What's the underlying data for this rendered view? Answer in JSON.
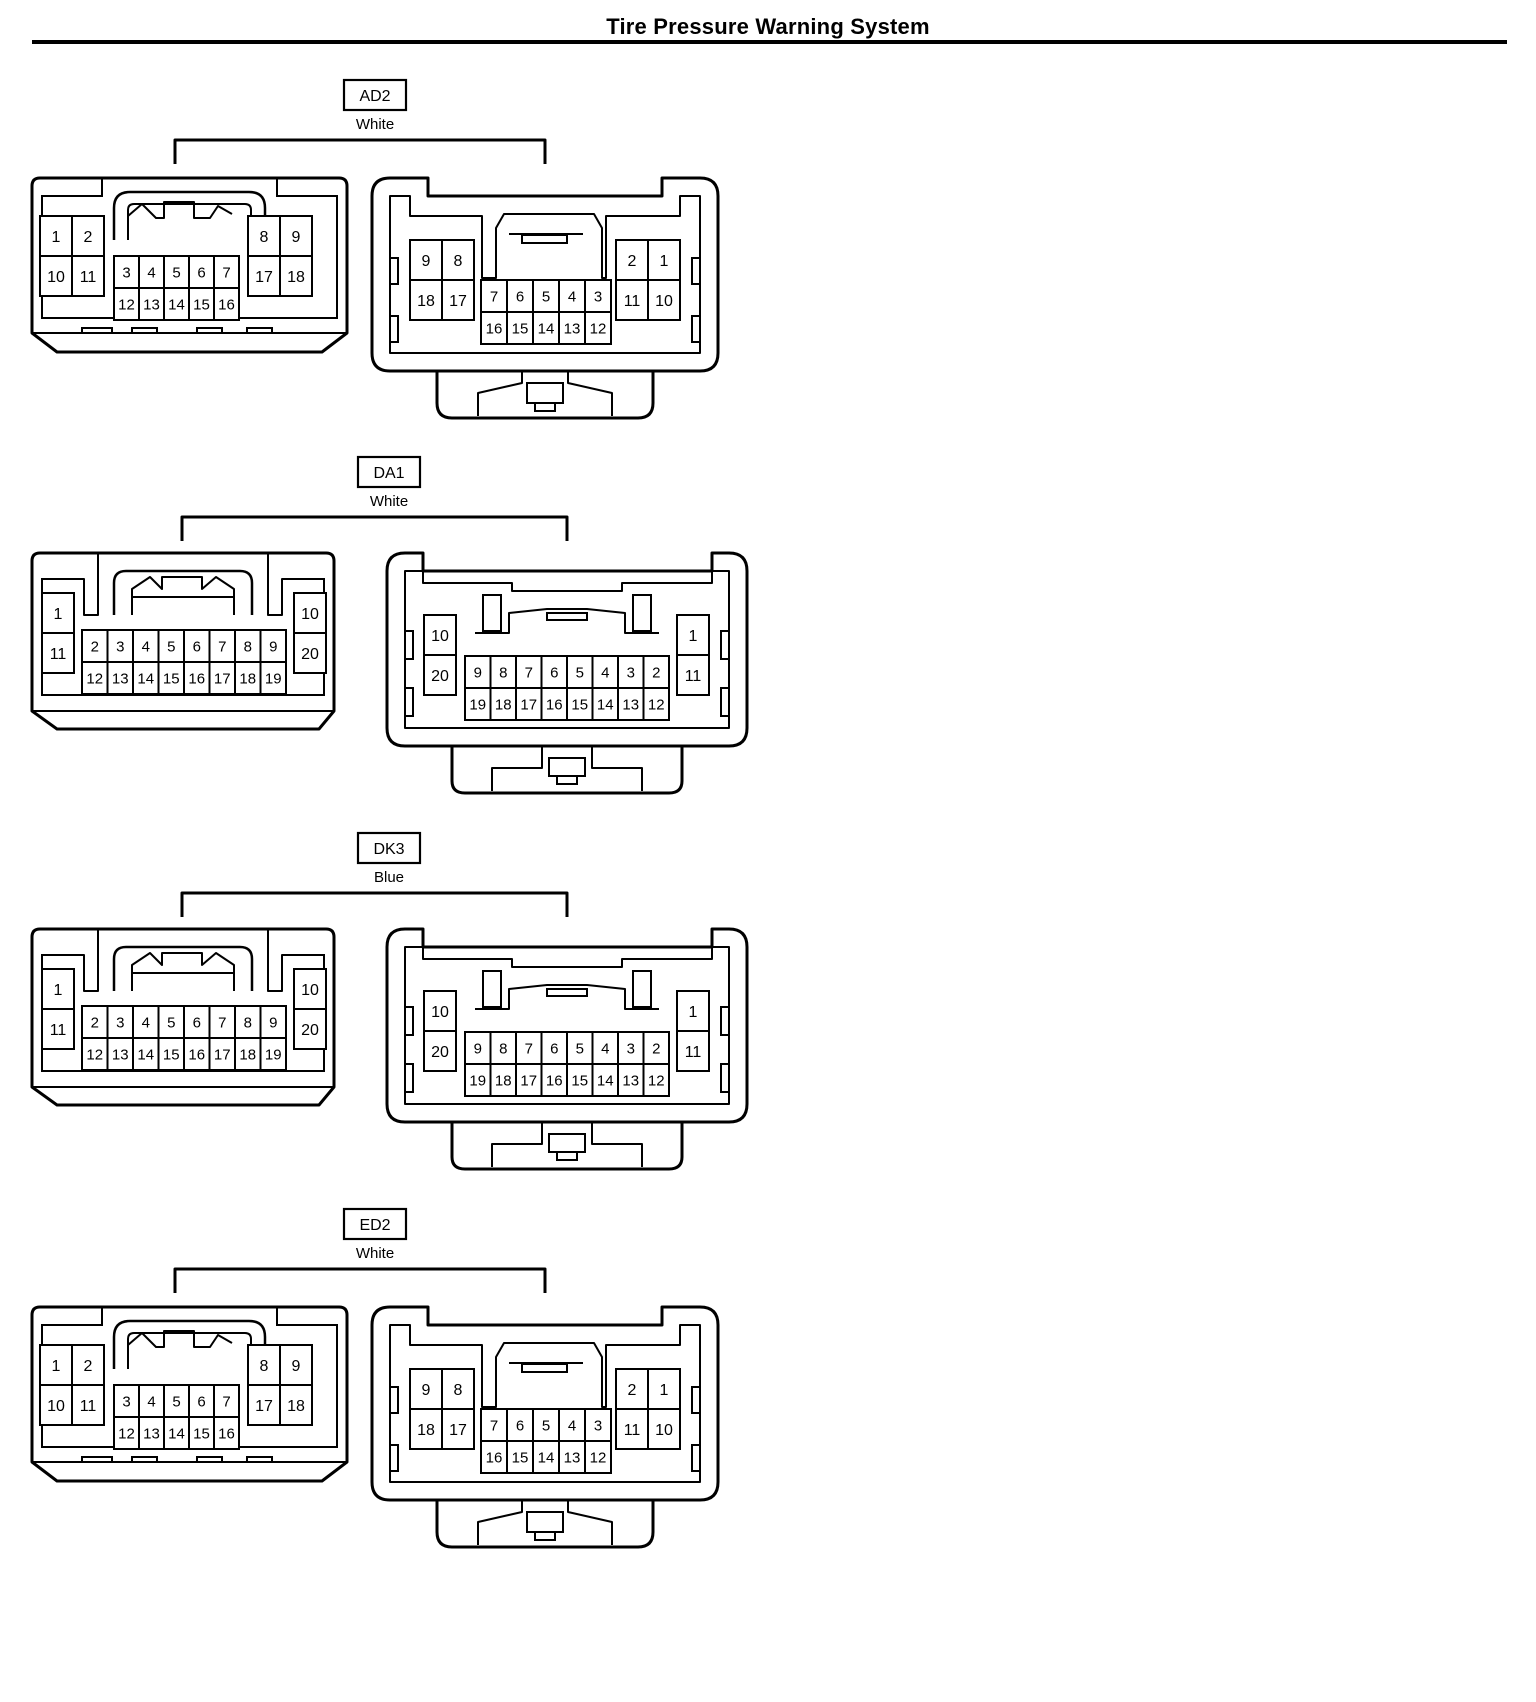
{
  "page_title": "Tire Pressure Warning System",
  "connectors": [
    {
      "code": "AD2",
      "color": "White",
      "type": "18pin",
      "male": {
        "left": [
          [
            "1",
            "2"
          ],
          [
            "10",
            "11"
          ]
        ],
        "center": [
          [
            "3",
            "4",
            "5",
            "6",
            "7"
          ],
          [
            "12",
            "13",
            "14",
            "15",
            "16"
          ]
        ],
        "right": [
          [
            "8",
            "9"
          ],
          [
            "17",
            "18"
          ]
        ]
      },
      "female": {
        "left": [
          [
            "9",
            "8"
          ],
          [
            "18",
            "17"
          ]
        ],
        "center": [
          [
            "7",
            "6",
            "5",
            "4",
            "3"
          ],
          [
            "16",
            "15",
            "14",
            "13",
            "12"
          ]
        ],
        "right": [
          [
            "2",
            "1"
          ],
          [
            "11",
            "10"
          ]
        ]
      }
    },
    {
      "code": "DA1",
      "color": "White",
      "type": "20pin",
      "male": {
        "left": [
          [
            "1"
          ],
          [
            "11"
          ]
        ],
        "center": [
          [
            "2",
            "3",
            "4",
            "5",
            "6",
            "7",
            "8",
            "9"
          ],
          [
            "12",
            "13",
            "14",
            "15",
            "16",
            "17",
            "18",
            "19"
          ]
        ],
        "right": [
          [
            "10"
          ],
          [
            "20"
          ]
        ]
      },
      "female": {
        "left": [
          [
            "10"
          ],
          [
            "20"
          ]
        ],
        "center": [
          [
            "9",
            "8",
            "7",
            "6",
            "5",
            "4",
            "3",
            "2"
          ],
          [
            "19",
            "18",
            "17",
            "16",
            "15",
            "14",
            "13",
            "12"
          ]
        ],
        "right": [
          [
            "1"
          ],
          [
            "11"
          ]
        ]
      }
    },
    {
      "code": "DK3",
      "color": "Blue",
      "type": "20pin",
      "male": {
        "left": [
          [
            "1"
          ],
          [
            "11"
          ]
        ],
        "center": [
          [
            "2",
            "3",
            "4",
            "5",
            "6",
            "7",
            "8",
            "9"
          ],
          [
            "12",
            "13",
            "14",
            "15",
            "16",
            "17",
            "18",
            "19"
          ]
        ],
        "right": [
          [
            "10"
          ],
          [
            "20"
          ]
        ]
      },
      "female": {
        "left": [
          [
            "10"
          ],
          [
            "20"
          ]
        ],
        "center": [
          [
            "9",
            "8",
            "7",
            "6",
            "5",
            "4",
            "3",
            "2"
          ],
          [
            "19",
            "18",
            "17",
            "16",
            "15",
            "14",
            "13",
            "12"
          ]
        ],
        "right": [
          [
            "1"
          ],
          [
            "11"
          ]
        ]
      }
    },
    {
      "code": "ED2",
      "color": "White",
      "type": "18pin",
      "male": {
        "left": [
          [
            "1",
            "2"
          ],
          [
            "10",
            "11"
          ]
        ],
        "center": [
          [
            "3",
            "4",
            "5",
            "6",
            "7"
          ],
          [
            "12",
            "13",
            "14",
            "15",
            "16"
          ]
        ],
        "right": [
          [
            "8",
            "9"
          ],
          [
            "17",
            "18"
          ]
        ]
      },
      "female": {
        "left": [
          [
            "9",
            "8"
          ],
          [
            "18",
            "17"
          ]
        ],
        "center": [
          [
            "7",
            "6",
            "5",
            "4",
            "3"
          ],
          [
            "16",
            "15",
            "14",
            "13",
            "12"
          ]
        ],
        "right": [
          [
            "2",
            "1"
          ],
          [
            "11",
            "10"
          ]
        ]
      }
    }
  ]
}
